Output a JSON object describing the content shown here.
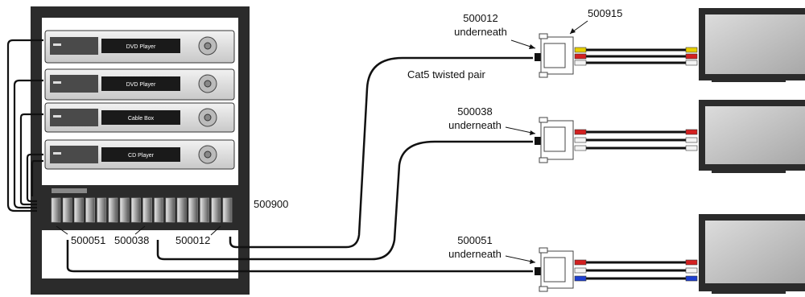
{
  "rack": {
    "devices": [
      {
        "id": "dvd1",
        "label": "DVD Player"
      },
      {
        "id": "dvd2",
        "label": "DVD Player"
      },
      {
        "id": "cable",
        "label": "Cable Box"
      },
      {
        "id": "cd",
        "label": "CD Player"
      }
    ],
    "panel_label": "500900",
    "port_labels": [
      {
        "id": "p51",
        "label": "500051"
      },
      {
        "id": "p38",
        "label": "500038"
      },
      {
        "id": "p12",
        "label": "500012"
      }
    ]
  },
  "cable_label": "Cat5 twisted pair",
  "receivers": [
    {
      "id": "r12",
      "label_top": "500012",
      "label_bottom": "underneath"
    },
    {
      "id": "r38",
      "label_top": "500038",
      "label_bottom": "underneath"
    },
    {
      "id": "r51",
      "label_top": "500051",
      "label_bottom": "underneath"
    }
  ],
  "adapter_label": "500915",
  "colors": {
    "rack": "#2b2b2b",
    "yellow": "#e8d000",
    "red": "#d42020",
    "white": "#f4f4f4",
    "blue": "#1e3fd0",
    "cable": "#111111"
  }
}
